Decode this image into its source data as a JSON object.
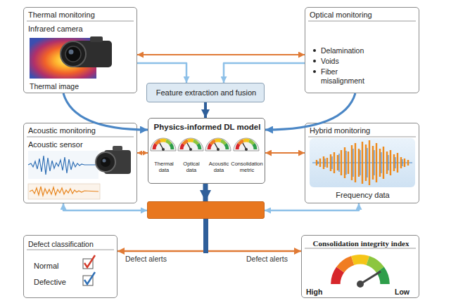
{
  "diagram": {
    "nodes": [
      {
        "text": [
          "Thermal monitoring",
          "Infrared camera",
          "Thermal image"
        ]
      },
      {
        "text": [
          "Optical monitoring",
          "Delamination",
          "Voids",
          "Fiber misalignment"
        ]
      },
      {
        "text": [
          "Feature extraction and fusion"
        ]
      },
      {
        "text": [
          "Acoustic monitoring",
          "Acoustic sensor"
        ]
      },
      {
        "text": [
          "Physics-informed DL model",
          "Thermal data",
          "Optical data",
          "Acoustic data",
          "Consolidation metric"
        ]
      },
      {
        "text": [
          "Hybrid monitoring",
          "Frequency data"
        ]
      },
      {
        "text": []
      },
      {
        "text": [
          "Defect classification",
          "Normal",
          "Defective"
        ]
      },
      {
        "text": [
          "Consolidation integrity index",
          "High",
          "Low"
        ]
      }
    ],
    "edges": [
      {
        "from": 0,
        "to": 1,
        "arrow": "both"
      },
      {
        "from": 0,
        "to": 2,
        "arrow": "to"
      },
      {
        "from": 1,
        "to": 2,
        "arrow": "to"
      },
      {
        "from": 2,
        "to": 4,
        "arrow": "to"
      },
      {
        "from": 0,
        "to": 4,
        "arrow": "to"
      },
      {
        "from": 1,
        "to": 4,
        "arrow": "to"
      },
      {
        "from": 3,
        "to": 4,
        "arrow": "both"
      },
      {
        "from": 4,
        "to": 5,
        "arrow": "both"
      },
      {
        "from": 4,
        "to": 6,
        "arrow": "to"
      },
      {
        "from": 3,
        "to": 6,
        "arrow": "both"
      },
      {
        "from": 5,
        "to": 6,
        "arrow": "both"
      },
      {
        "from": 6,
        "to": 7,
        "label": "Defect alerts",
        "arrow": "to"
      },
      {
        "from": 6,
        "to": 8,
        "label": "Defect alerts",
        "arrow": "to"
      }
    ]
  }
}
